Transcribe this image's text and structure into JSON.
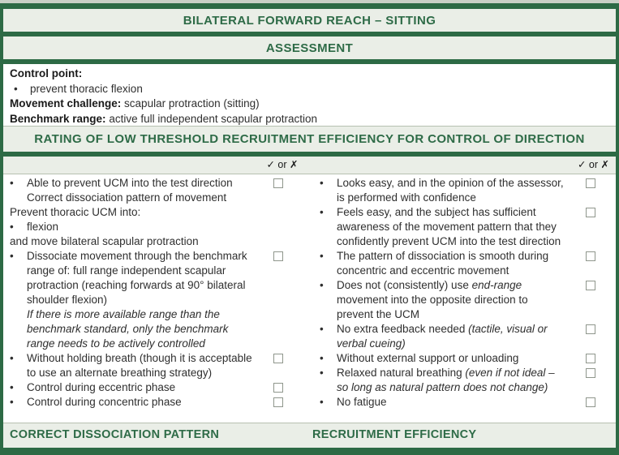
{
  "page": {
    "title": "BILATERAL FORWARD REACH – SITTING",
    "assessment_header": "ASSESSMENT",
    "rating_header": "RATING OF LOW THRESHOLD RECRUITMENT EFFICIENCY FOR CONTROL OF DIRECTION",
    "check_key_left": "✓ or ✗",
    "check_key_right": "✓ or ✗",
    "footer_left": "CORRECT DISSOCIATION PATTERN",
    "footer_right": "RECRUITMENT EFFICIENCY"
  },
  "assessment": {
    "control_point_label": "Control point:",
    "control_point_item": "prevent thoracic flexion",
    "movement_challenge_label": "Movement challenge:",
    "movement_challenge_value": "scapular protraction (sitting)",
    "benchmark_range_label": "Benchmark range:",
    "benchmark_range_value": "active full independent scapular protraction"
  },
  "glyphs": {
    "bullet": "•"
  },
  "colors": {
    "accent_green": "#2d6a45",
    "header_text_green": "#2e6b47",
    "band_background": "#eaeee7",
    "body_text": "#2f2f2f",
    "checkbox_border": "#8f968c"
  },
  "checklist": {
    "left": [
      {
        "style": "bullet",
        "checkbox": true,
        "parts": [
          {
            "t": "Able to prevent UCM into the test direction"
          }
        ]
      },
      {
        "style": "cont",
        "checkbox": false,
        "parts": [
          {
            "t": "Correct dissociation pattern of movement"
          }
        ]
      },
      {
        "style": "plain",
        "checkbox": false,
        "parts": [
          {
            "t": "Prevent thoracic UCM into:"
          }
        ]
      },
      {
        "style": "bullet",
        "checkbox": false,
        "parts": [
          {
            "t": "flexion"
          }
        ]
      },
      {
        "style": "plain",
        "checkbox": false,
        "parts": [
          {
            "t": "and move bilateral scapular protraction"
          }
        ]
      },
      {
        "style": "bullet",
        "checkbox": true,
        "parts": [
          {
            "t": "Dissociate movement through the benchmark range of: full range independent scapular protraction (reaching forwards at 90° bilateral shoulder flexion)"
          }
        ]
      },
      {
        "style": "cont",
        "checkbox": false,
        "parts": [
          {
            "t": "If there is more available range than the benchmark standard, only the benchmark range needs to be actively controlled",
            "i": true
          }
        ]
      },
      {
        "style": "bullet",
        "checkbox": true,
        "parts": [
          {
            "t": "Without holding breath (though it is acceptable to use an alternate breathing strategy)"
          }
        ]
      },
      {
        "style": "bullet",
        "checkbox": true,
        "parts": [
          {
            "t": "Control during eccentric phase"
          }
        ]
      },
      {
        "style": "bullet",
        "checkbox": true,
        "parts": [
          {
            "t": "Control during concentric phase"
          }
        ]
      }
    ],
    "right": [
      {
        "style": "bullet",
        "checkbox": true,
        "parts": [
          {
            "t": "Looks easy, and in the opinion of the assessor, is performed with confidence"
          }
        ]
      },
      {
        "style": "bullet",
        "checkbox": true,
        "parts": [
          {
            "t": "Feels easy, and the subject has sufficient awareness of the movement pattern that they confidently prevent UCM into the test direction"
          }
        ]
      },
      {
        "style": "bullet",
        "checkbox": true,
        "parts": [
          {
            "t": "The pattern of dissociation is smooth during concentric and eccentric movement"
          }
        ]
      },
      {
        "style": "bullet",
        "checkbox": true,
        "parts": [
          {
            "t": "Does not (consistently) use "
          },
          {
            "t": "end-range",
            "i": true
          },
          {
            "t": " movement into the opposite direction to prevent the UCM"
          }
        ]
      },
      {
        "style": "bullet",
        "checkbox": true,
        "parts": [
          {
            "t": "No extra feedback needed "
          },
          {
            "t": "(tactile, visual or verbal cueing)",
            "i": true
          }
        ]
      },
      {
        "style": "bullet",
        "checkbox": true,
        "parts": [
          {
            "t": "Without external support or unloading"
          }
        ]
      },
      {
        "style": "bullet",
        "checkbox": true,
        "parts": [
          {
            "t": "Relaxed natural breathing "
          },
          {
            "t": "(even if not ideal – so long as natural pattern does not change)",
            "i": true
          }
        ]
      },
      {
        "style": "bullet",
        "checkbox": true,
        "parts": [
          {
            "t": "No fatigue"
          }
        ]
      }
    ]
  }
}
